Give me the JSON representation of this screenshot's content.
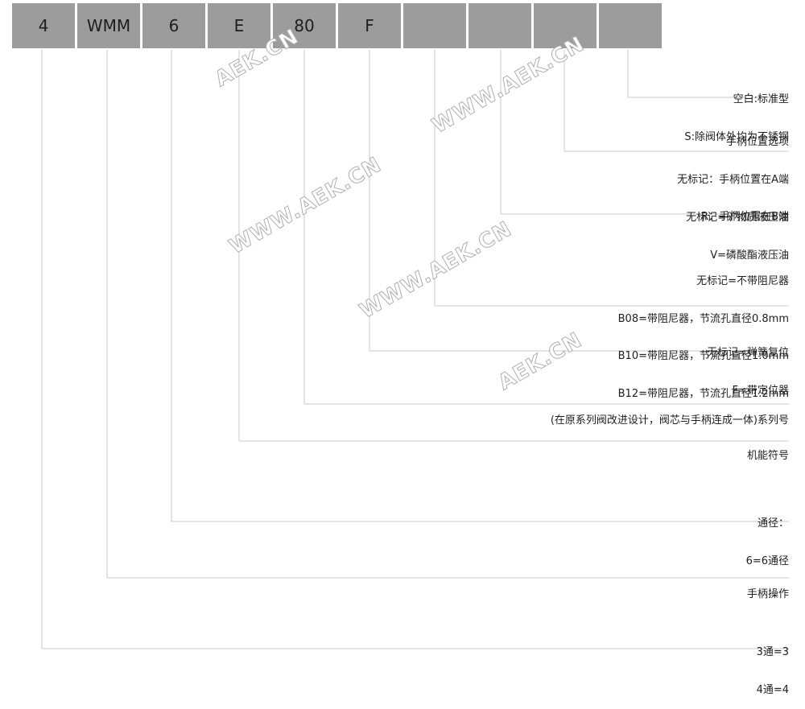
{
  "code_segments": [
    "4",
    "WMM",
    "6",
    "E",
    "80",
    "F",
    "",
    "",
    "",
    ""
  ],
  "descriptions": [
    {
      "id": "seal",
      "lines": [
        "空白:标准型",
        "S:除阀体外均为不锈钢"
      ]
    },
    {
      "id": "handle-position",
      "lines": [
        "手柄位置选项",
        "无标记：手柄位置在A端",
        "R：手柄位置在B端"
      ]
    },
    {
      "id": "fluid",
      "lines": [
        "无标记=矿物质液压油",
        "V=磷酸酯液压油"
      ]
    },
    {
      "id": "damper",
      "lines": [
        "无标记=不带阻尼器",
        "B08=带阻尼器，节流孔直径0.8mm",
        "B10=带阻尼器，节流孔直径1.0mm",
        "B12=带阻尼器，节流孔直径1.2mm"
      ]
    },
    {
      "id": "detent",
      "lines": [
        "无标记=弹簧复位",
        "F=带定位器"
      ]
    },
    {
      "id": "series",
      "lines": [
        "(在原系列阀改进设计，阀芯与手柄连成一体)系列号"
      ]
    },
    {
      "id": "function-symbol",
      "lines": [
        "机能符号"
      ]
    },
    {
      "id": "nominal-size",
      "lines": [
        "通径：",
        "6=6通径"
      ]
    },
    {
      "id": "manual-operation",
      "lines": [
        "手柄操作"
      ]
    },
    {
      "id": "ways",
      "lines": [
        "3通=3",
        "4通=4"
      ]
    }
  ],
  "watermark_text": "WWW.AEK.CN",
  "watermark_short": "AEK.CN",
  "colors": {
    "box": "#9c9c9c",
    "line": "#c8c8c8",
    "text": "#1e1e1e"
  }
}
